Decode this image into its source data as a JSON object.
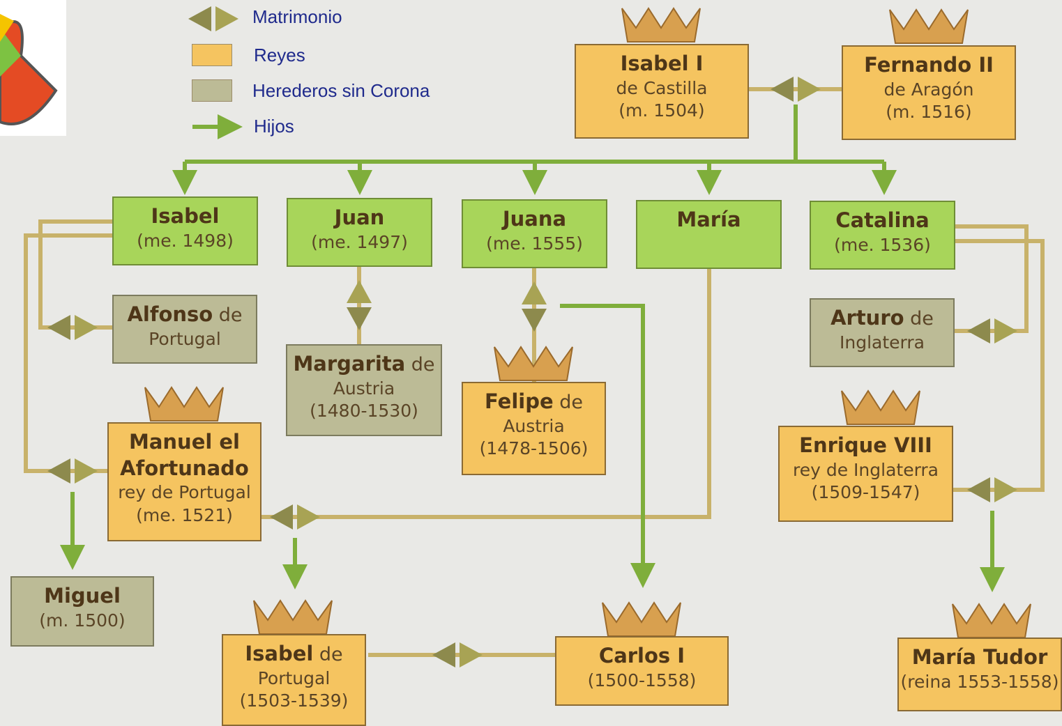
{
  "legend": {
    "matrimonio": "Matrimonio",
    "reyes": "Reyes",
    "herederos": "Herederos sin Corona",
    "hijos": "Hijos"
  },
  "colors": {
    "rey": "#f5c460",
    "hijo": "#a8d55a",
    "heredero": "#bcbb96",
    "arrow_green": "#7fae3b",
    "marriage_line": "#c8b26a",
    "marriage_diamond": "#8d8a4d",
    "legend_text": "#1f2a8c",
    "crown": "#d8a04f"
  },
  "icons": {
    "crown": "crown-icon",
    "marriage": "marriage-icon",
    "arrow": "arrow-icon",
    "logo": "pie-logo-icon"
  },
  "people": {
    "isabel_i": {
      "name": "Isabel I",
      "line1": "de Castilla",
      "line2": "(m. 1504)"
    },
    "fernando_ii": {
      "name": "Fernando II",
      "line1": "de Aragón",
      "line2": "(m. 1516)"
    },
    "isabel": {
      "name": "Isabel",
      "line1": "(me. 1498)"
    },
    "juan": {
      "name": "Juan",
      "line1": "(me. 1497)"
    },
    "juana": {
      "name": "Juana",
      "line1": "(me. 1555)"
    },
    "maria": {
      "name": "María"
    },
    "catalina": {
      "name": "Catalina",
      "line1": "(me. 1536)"
    },
    "alfonso": {
      "name": "Alfonso",
      "suffix": " de",
      "line1": "Portugal"
    },
    "margarita": {
      "name": "Margarita",
      "suffix": " de",
      "line1": "Austria",
      "line2": "(1480-1530)"
    },
    "felipe": {
      "name": "Felipe",
      "suffix": " de",
      "line1": "Austria",
      "line2": "(1478-1506)"
    },
    "arturo": {
      "name": "Arturo",
      "suffix": " de",
      "line1": "Inglaterra"
    },
    "manuel": {
      "name": "Manuel el",
      "name2": "Afortunado",
      "line1": "rey de Portugal",
      "line2": "(me. 1521)"
    },
    "enrique": {
      "name": "Enrique VIII",
      "line1": "rey de Inglaterra",
      "line2": "(1509-1547)"
    },
    "miguel": {
      "name": "Miguel",
      "line1": "(m. 1500)"
    },
    "isabel_portugal": {
      "name": "Isabel",
      "suffix": " de",
      "line1": "Portugal",
      "line2": "(1503-1539)"
    },
    "carlos": {
      "name": "Carlos I",
      "line1": "(1500-1558)"
    },
    "maria_tudor": {
      "name": "María Tudor",
      "line1": "(reina 1553-1558)"
    }
  }
}
